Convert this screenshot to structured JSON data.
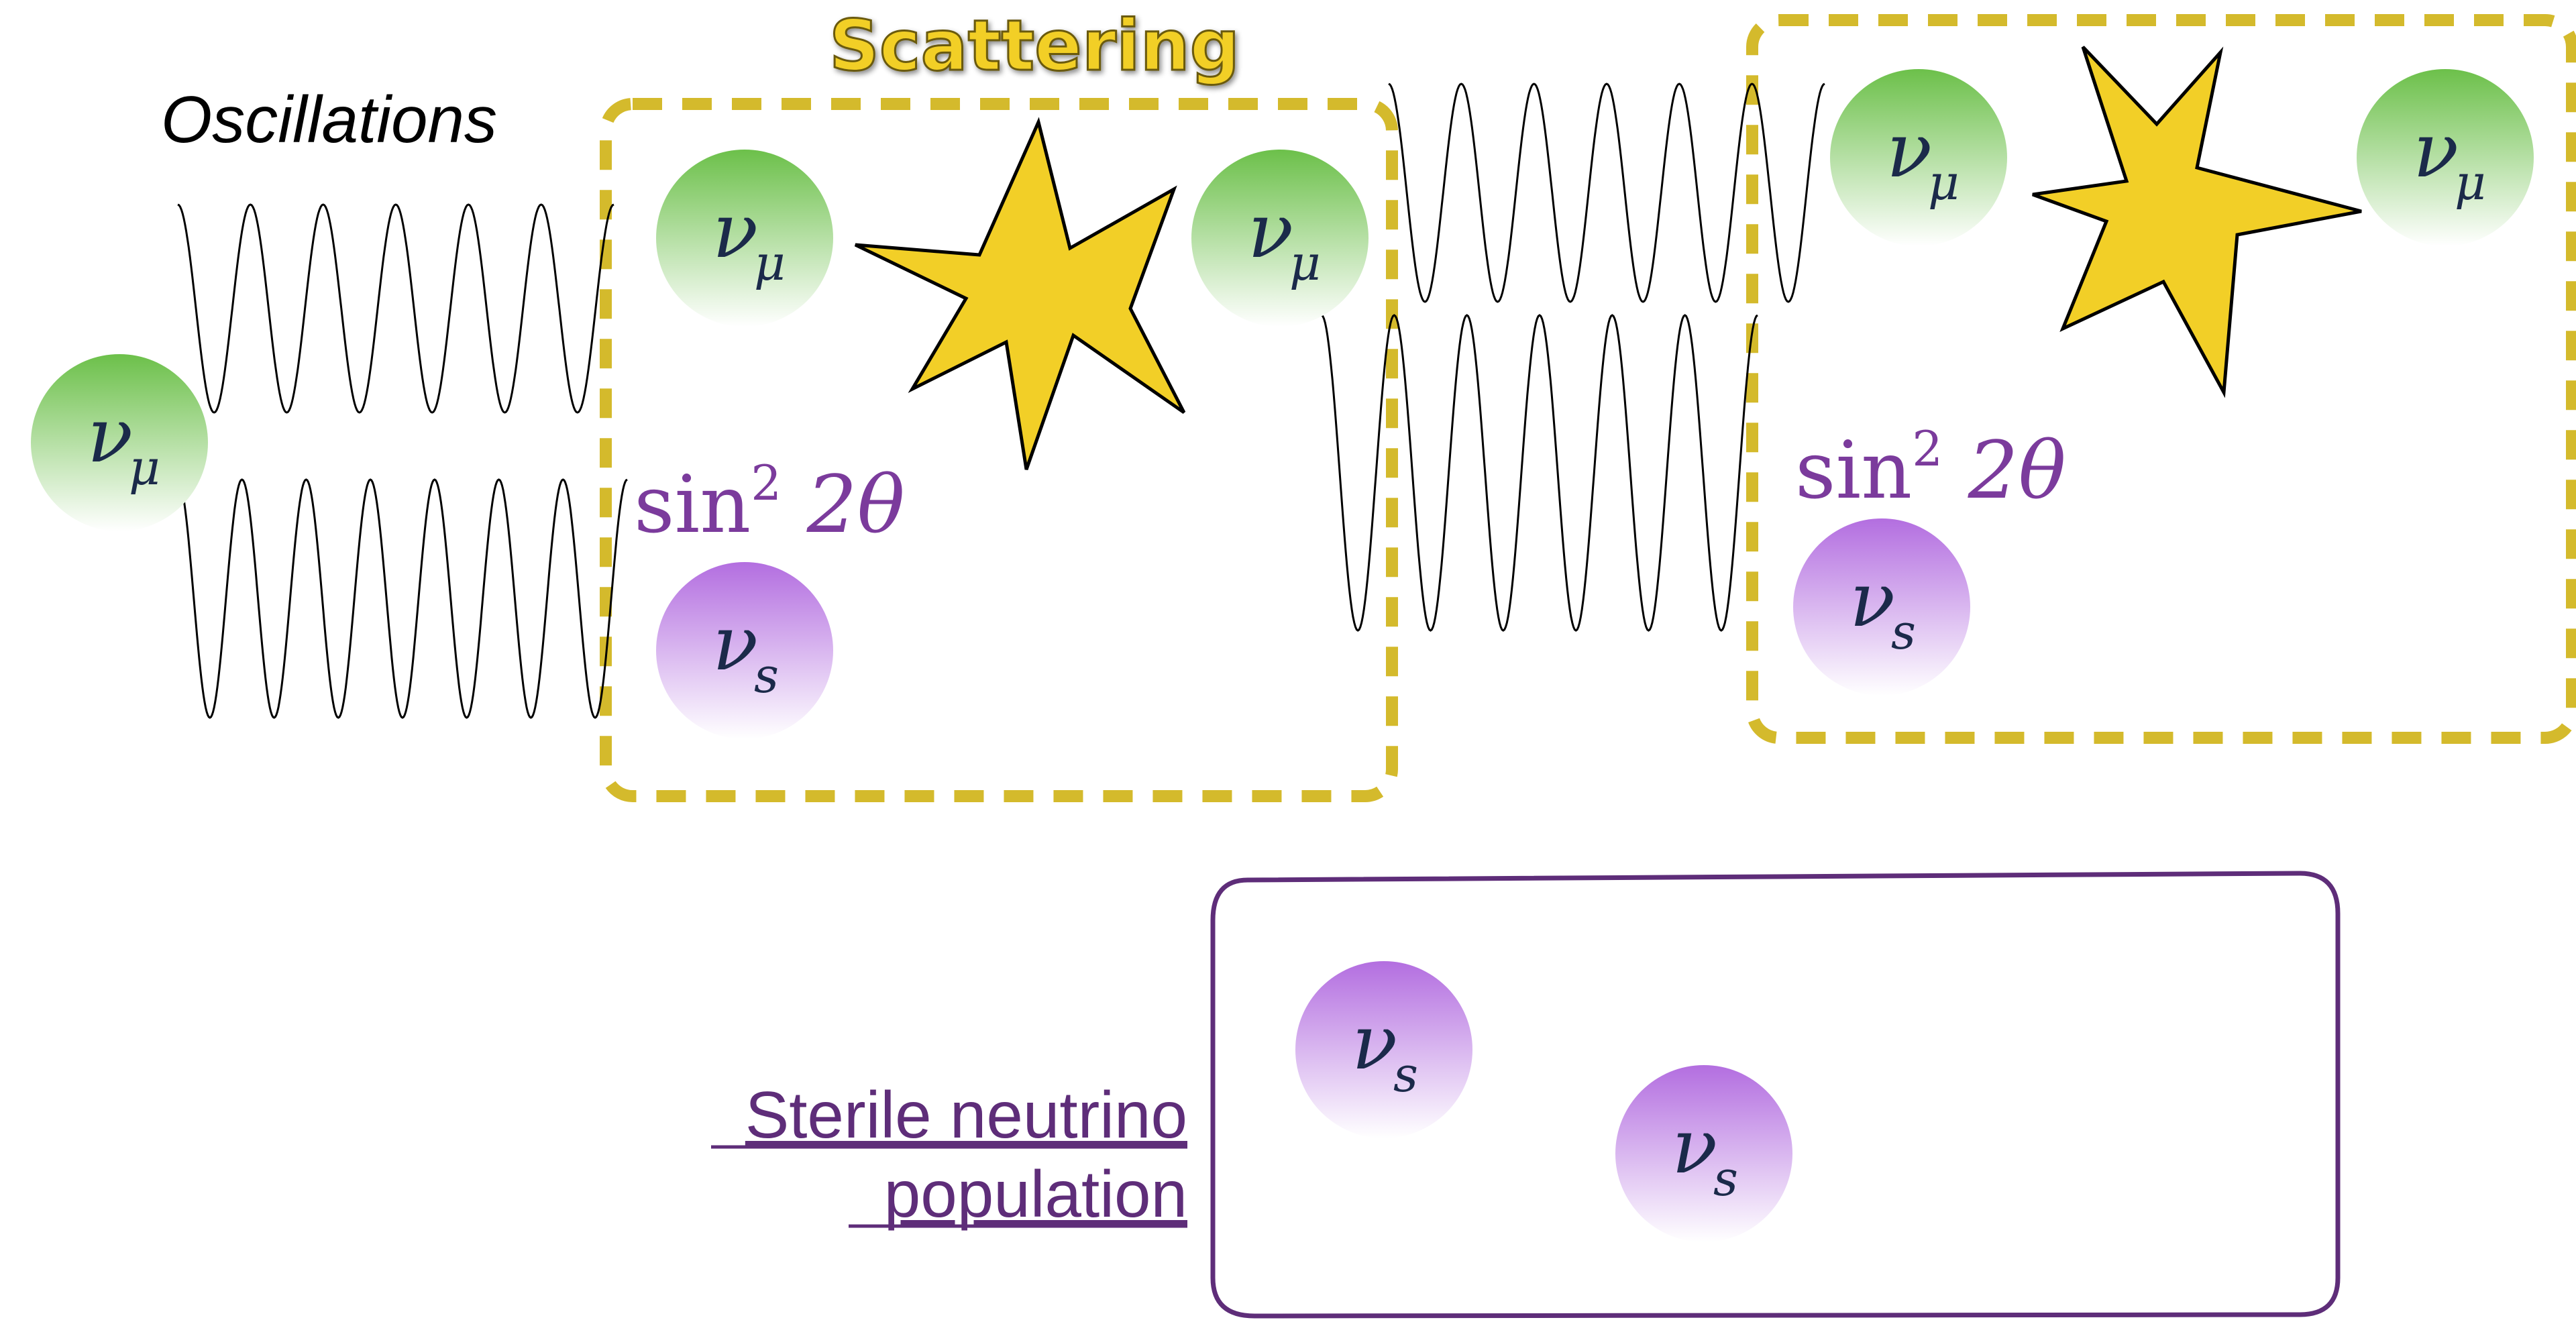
{
  "labels": {
    "oscillations": "Oscillations",
    "scattering": "Scattering",
    "mixing_base": "sin",
    "mixing_exp": "2",
    "mixing_tail": " 2θ",
    "population_line1": "Sterile neutrino",
    "population_line2": "population"
  },
  "particles": {
    "numu": {
      "symbol": "ν",
      "sub": "μ"
    },
    "nus": {
      "symbol": "ν",
      "sub": "s"
    }
  },
  "colors": {
    "muon_green": "#6cc04a",
    "sterile_purple": "#b36ee0",
    "scatter_gold": "#d4ba2c",
    "burst_fill": "#f2cf27",
    "population_border": "#5e2d79",
    "mixing_text": "#7b3b9c",
    "symbol_text": "#1b2a4a"
  },
  "icons": [
    "scattering-burst-icon",
    "oscillation-wave-icon"
  ]
}
